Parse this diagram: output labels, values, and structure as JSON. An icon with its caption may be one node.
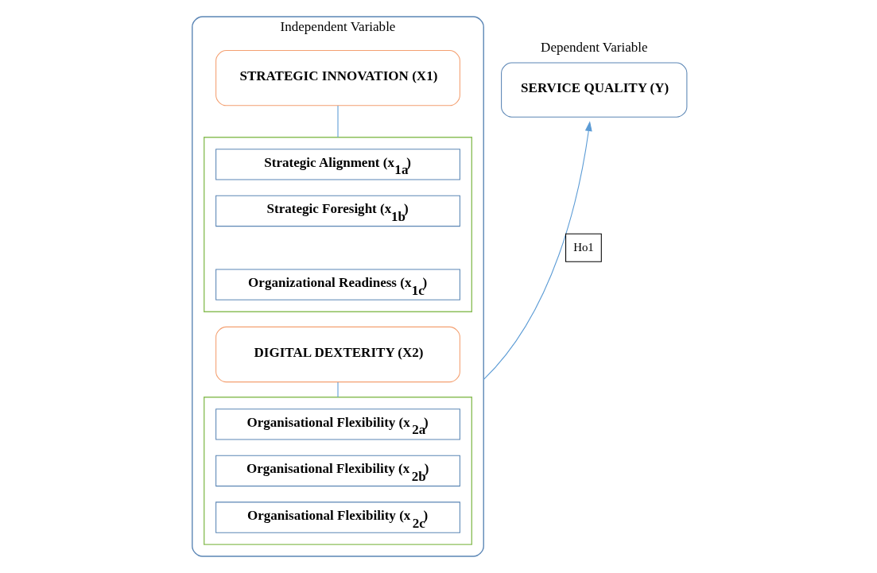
{
  "diagram": {
    "nodes": [
      {
        "text": [
          "Independent Variable"
        ]
      },
      {
        "text": [
          "STRATEGIC INNOVATION (X1)"
        ],
        "in": 0
      },
      {
        "text": [],
        "shape": "box",
        "in": 0
      },
      {
        "text": [
          "Strategic Alignment (x$_{1a}$)"
        ],
        "in": 2
      },
      {
        "text": [
          "Strategic Foresight (x$_{1b}$)"
        ],
        "in": 2
      },
      {
        "text": [
          "Organizational Readiness (x$_{1c}$)"
        ],
        "in": 2
      },
      {
        "text": [
          "DIGITAL DEXTERITY (X2)"
        ],
        "in": 0
      },
      {
        "text": [],
        "shape": "box",
        "in": 0
      },
      {
        "text": [
          "Organisational Flexibility (x$_{2a}$)"
        ],
        "in": 7
      },
      {
        "text": [
          "Organisational Flexibility (x$_{2b}$)"
        ],
        "in": 7
      },
      {
        "text": [
          "Organisational Flexibility (x$_{2c}$)"
        ],
        "in": 7
      },
      {
        "text": [
          "Dependent Variable",
          "SERVICE QUALITY (Y)"
        ]
      }
    ],
    "edges": [
      {
        "from": 1,
        "to": 2,
        "arrow": "none"
      },
      {
        "from": 6,
        "to": 7,
        "arrow": "none"
      },
      {
        "from": 0,
        "to": 11,
        "arrow": "to",
        "label": "Ho1"
      }
    ]
  }
}
